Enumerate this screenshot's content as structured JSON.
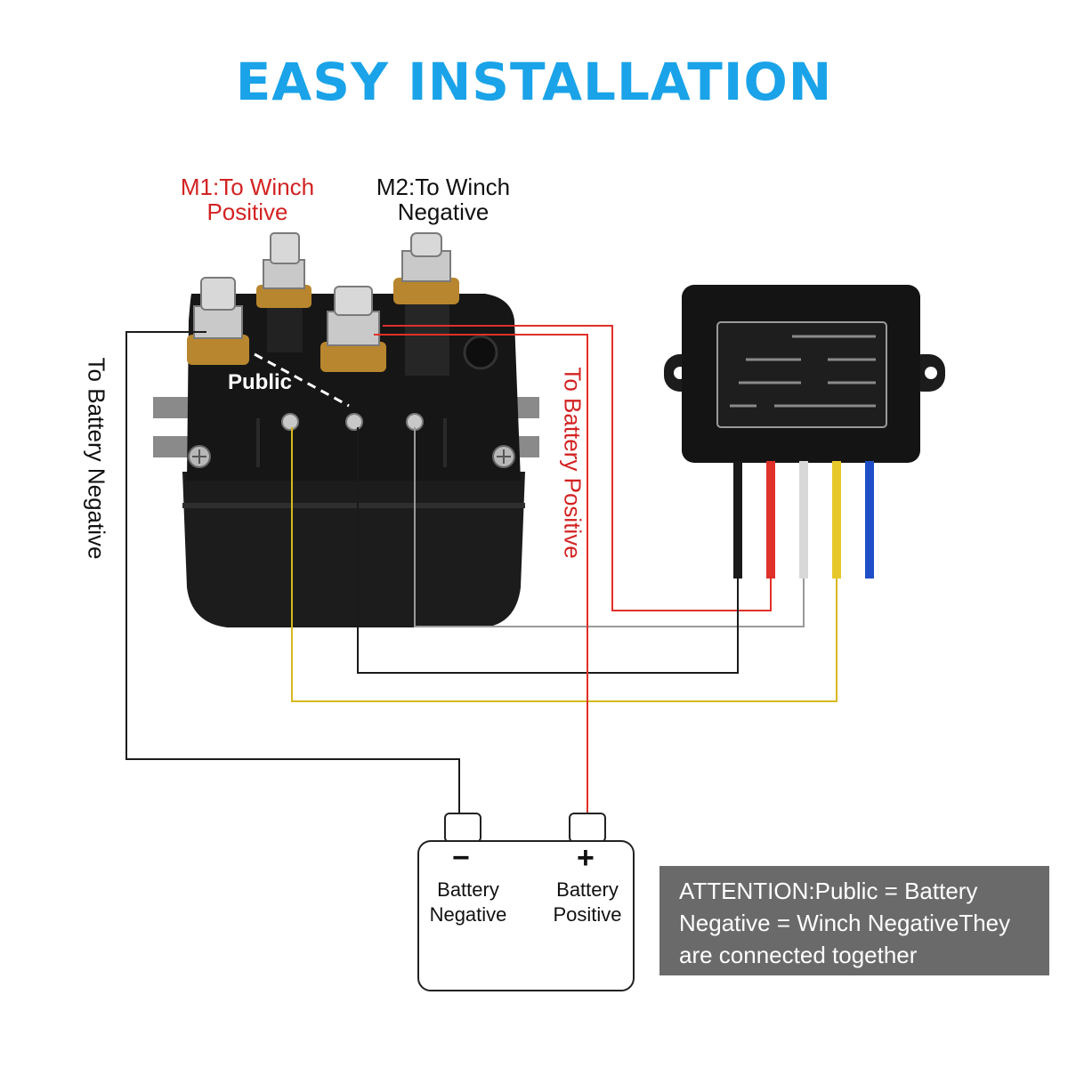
{
  "title": "EASY INSTALLATION",
  "labels": {
    "m1_line1": "M1:To Winch",
    "m1_line2": "Positive",
    "m2_line1": "M2:To Winch",
    "m2_line2": "Negative",
    "to_battery_negative": "To Battery Negative",
    "to_battery_positive": "To Battery Positive",
    "public": "Public"
  },
  "battery": {
    "minus": "−",
    "plus": "+",
    "negative_line1": "Battery",
    "negative_line2": "Negative",
    "positive_line1": "Battery",
    "positive_line2": "Positive"
  },
  "attention": {
    "line1": "ATTENTION:Public = Battery",
    "line2": "Negative = Winch NegativeThey",
    "line3": "are connected together"
  },
  "colors": {
    "title": "#1aa3e8",
    "red_label": "#d32222",
    "wire_red": "#e0302a",
    "wire_black": "#1a1a1a",
    "wire_white": "#cfcfcf",
    "wire_yellow": "#e6c82a",
    "wire_blue": "#1f4fc8",
    "attention_bg": "#6a6a6a"
  }
}
